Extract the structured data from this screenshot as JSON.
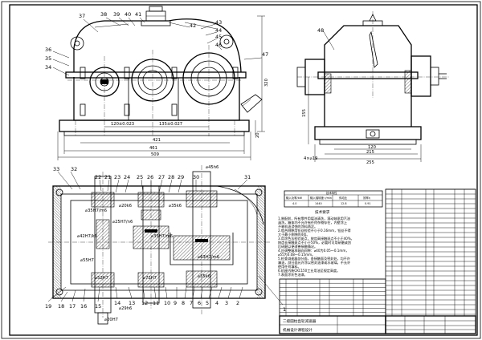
{
  "front_view": {
    "balloons": [
      "37",
      "38",
      "39",
      "40",
      "41",
      "42",
      "43",
      "44",
      "45",
      "46",
      "47",
      "36",
      "35",
      "34"
    ],
    "dims": {
      "center_1": "120±0.023",
      "center_2": "135±0.027",
      "length_inner": "421",
      "length_base": "461",
      "length_total": "509",
      "height": "320",
      "base_h": "20"
    }
  },
  "side_view": {
    "balloons": [
      "48"
    ],
    "dims": {
      "height": "155",
      "w1": "120",
      "w2": "215",
      "w3": "255",
      "bolt": "4×⌀19"
    }
  },
  "top_view": {
    "balloons_top": [
      "33",
      "32",
      "22",
      "21",
      "23",
      "24",
      "25",
      "26",
      "27",
      "28",
      "29",
      "30",
      "31"
    ],
    "balloons_bottom": [
      "19",
      "18",
      "17",
      "16",
      "15",
      "14",
      "13",
      "12",
      "11",
      "10",
      "9",
      "8",
      "7",
      "6",
      "5",
      "4",
      "3",
      "2",
      "1"
    ],
    "labels": [
      "⌀45h6",
      "⌀35H7/m6",
      "⌀20k6",
      "⌀25H7/n6",
      "⌀35k6",
      "⌀35H7/m6",
      "⌀42H7/k6",
      "⌀63H7/m6",
      "⌀55H7",
      "⌀52H7",
      "⌀72H7",
      "⌀55k6",
      "⌀29h6",
      "⌀20H7"
    ]
  },
  "notes": {
    "title": "技术要求",
    "lines": [
      "1.装配前，所有零件用煤油清洗，滚动轴承用汽油",
      "清洗，箱体内不允许有任何杂物存在，内壁涂上",
      "不被机油浸蚀的涂料两次。",
      "2.啮合侧隙用铅丝检验不小于0.16mm，铅丝不得",
      "大于最小侧隙的4倍。",
      "3.用涂色法检验斑点，按齿高接触斑点不小于40%，",
      "按齿长接触斑点不小于50%，必要时可用研磨或刮",
      "后研磨以便改善接触情况。",
      "4.应调整轴承轴向间隙：⌀40为0.05～0.1mm，",
      "⌀55为0.08～0.15mm。",
      "5.检查减速器剖分面，各接触面及密封处，均不许",
      "漏油，剖分面允许涂以密封油漆或水玻璃，不允许",
      "使用任何填料。",
      "6.机座内装CKC150工业用油至规定高度。",
      "7.表面涂灰色油漆。"
    ]
  },
  "spec_table": {
    "title": "技术特性",
    "headers": [
      "输入功率/kW",
      "输入轴转速 r/min",
      "传动比",
      "效率η"
    ],
    "row": [
      "4.0",
      "1440",
      "12.8",
      "0.91"
    ]
  },
  "title_block": {
    "title": "二级圆柱齿轮减速器",
    "course": "机械设计课程设计"
  }
}
